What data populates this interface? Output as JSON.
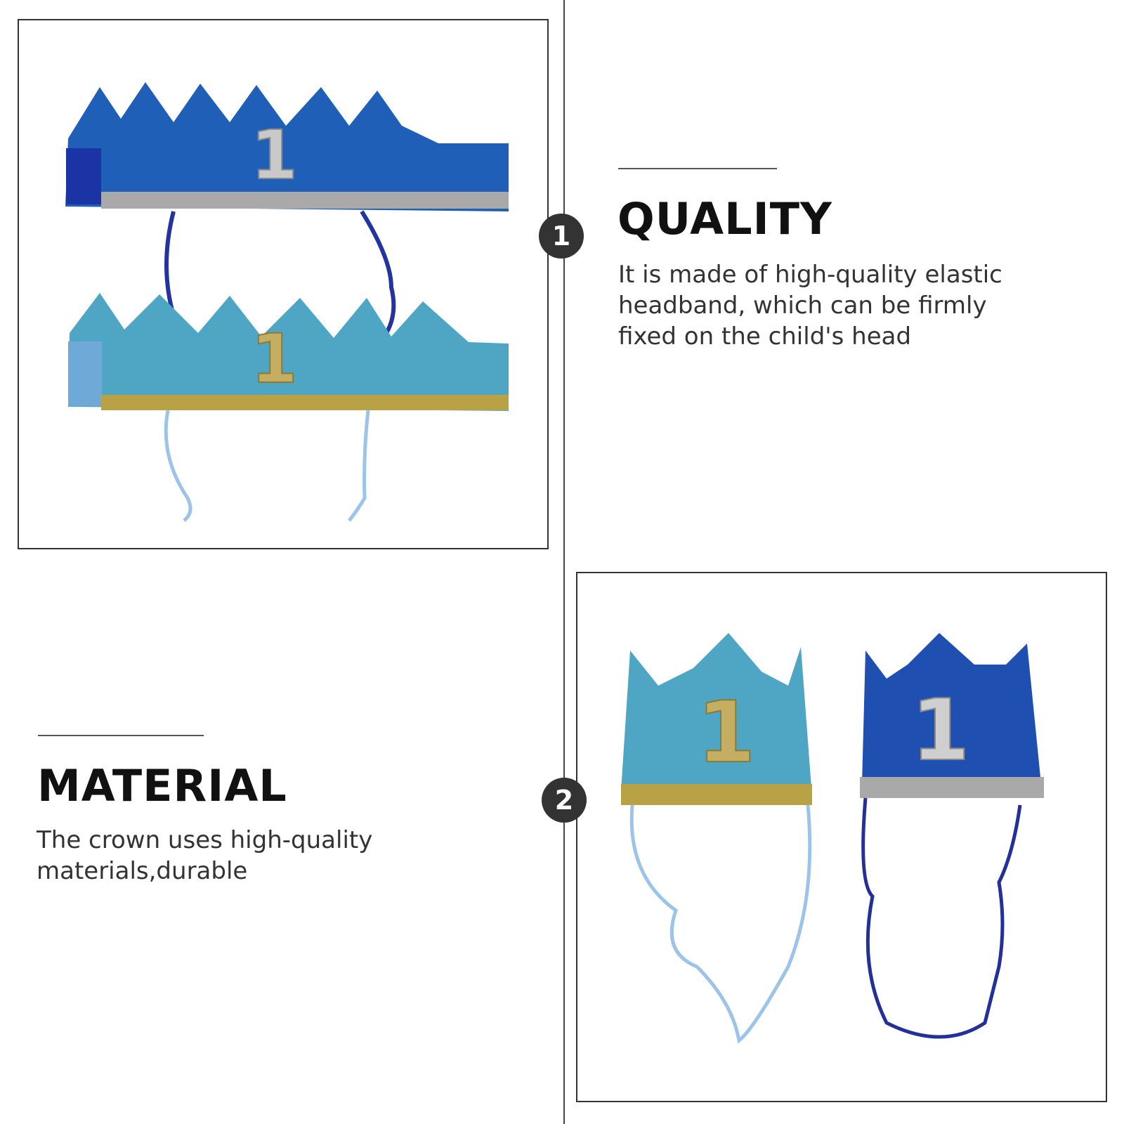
{
  "sections": [
    {
      "number": "1",
      "title": "QUALITY",
      "description": "It is made of high-quality elastic headband, which can be firmly fixed on the child's head"
    },
    {
      "number": "2",
      "title": "MATERIAL",
      "description": "The crown uses high-quality materials,durable"
    }
  ],
  "product_images": [
    {
      "digit": "1",
      "crown_colors": [
        "#1f5fb8",
        "#4fa6c4"
      ]
    },
    {
      "digit": "1",
      "crown_colors": [
        "#4fa6c4",
        "#1f4fb0"
      ]
    }
  ],
  "colors": {
    "dark_blue": "#1f5fb8",
    "light_blue": "#4fa6c4",
    "silver": "#a9a9a9",
    "gold": "#b9a245",
    "badge": "#333333"
  }
}
